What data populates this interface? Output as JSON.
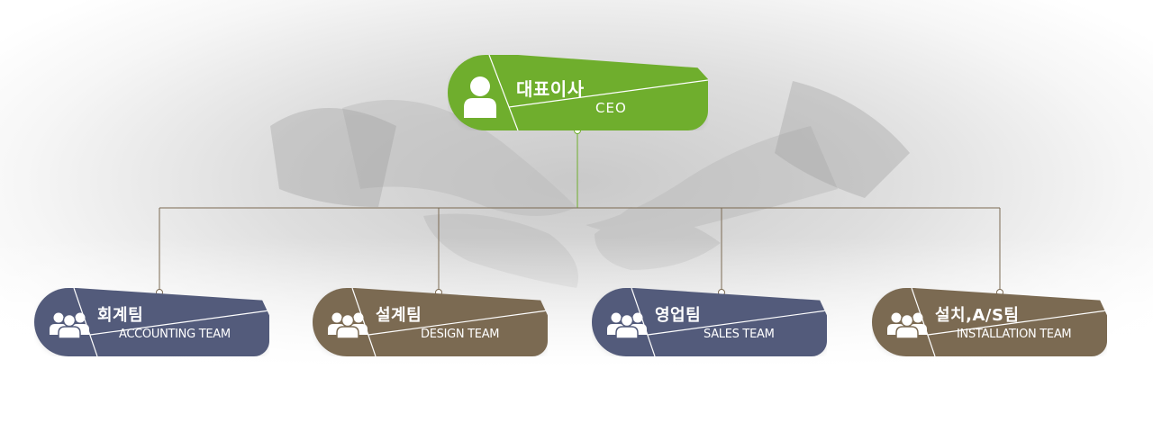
{
  "ceo": {
    "name_ko": "대표이사",
    "name_en": "CEO"
  },
  "teams": [
    {
      "name_ko": "회계팀",
      "name_en": "ACCOUNTING TEAM"
    },
    {
      "name_ko": "설계팀",
      "name_en": "DESIGN TEAM"
    },
    {
      "name_ko": "영업팀",
      "name_en": "SALES TEAM"
    },
    {
      "name_ko": "설치,A/S팀",
      "name_en": "INSTALLATION TEAM"
    }
  ],
  "colors": {
    "ceo": "#6fae2d",
    "team_blue": "#535b7b",
    "team_brown": "#7b6a52",
    "connector_ceo": "#6fae2d",
    "connector": "#7b6a52"
  },
  "icons": {
    "ceo": "person-icon",
    "team": "group-icon"
  }
}
